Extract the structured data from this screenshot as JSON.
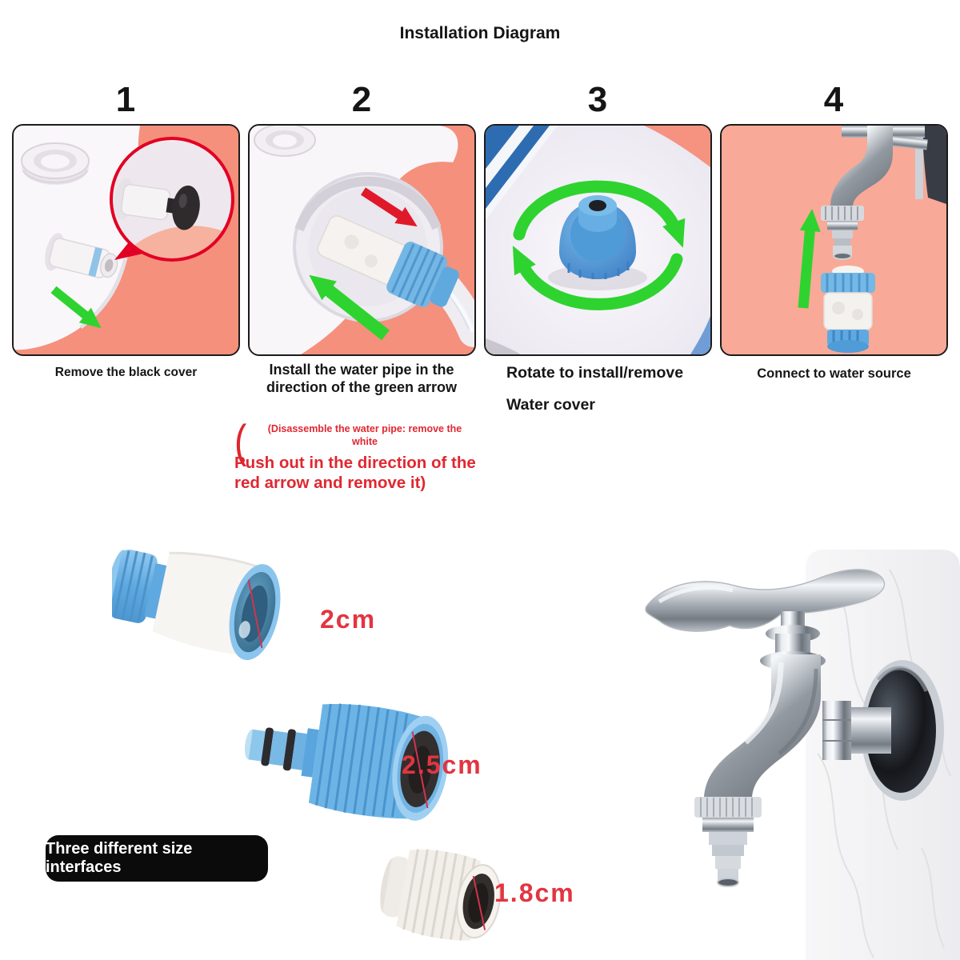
{
  "title": "Installation Diagram",
  "steps": [
    {
      "number": "1",
      "caption": "Remove the black cover"
    },
    {
      "number": "2",
      "caption_line1": "Install the water pipe in the",
      "caption_line2": "direction of the green arrow",
      "paren": "(",
      "note_small_line1": "(Disassemble the water pipe: remove the",
      "note_small_line2": "white",
      "note_large_line1": "Push out in the direction of the",
      "note_large_line2": "red arrow and remove it)"
    },
    {
      "number": "3",
      "caption_line1": "Rotate to install/remove",
      "caption_line2": "Water cover"
    },
    {
      "number": "4",
      "caption": "Connect to water source"
    }
  ],
  "bottom": {
    "badge": "Three different size interfaces",
    "sizes": [
      {
        "label": "2cm"
      },
      {
        "label": "2.5cm"
      },
      {
        "label": "1.8cm"
      }
    ]
  },
  "colors": {
    "salmon_bg": "#f5907c",
    "pink_bg": "#f8a997",
    "green_arrow": "#2fd32f",
    "red_arrow": "#e01b2a",
    "red_text": "#e02730",
    "magnifier_ring": "#e20024",
    "blue_plastic": "#5fa9e0",
    "badge_bg": "#0b0b0b",
    "badge_text": "#ffffff"
  }
}
